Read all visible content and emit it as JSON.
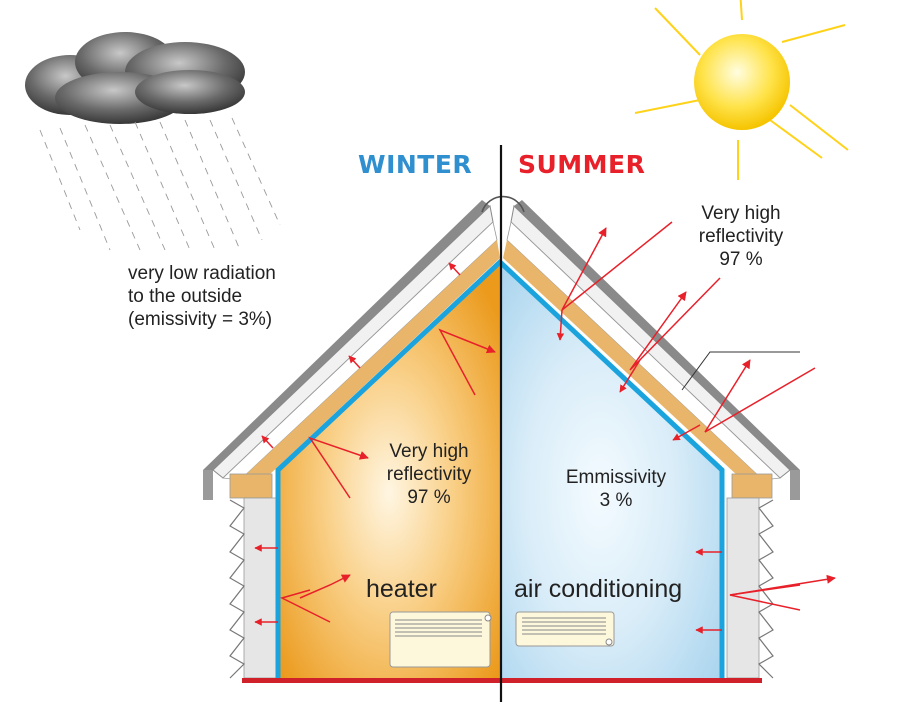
{
  "seasons": {
    "winter": "WINTER",
    "summer": "SUMMER"
  },
  "labels": {
    "outside_radiation": "very low radiation\nto the outside\n(emissivity = 3%)",
    "winter_reflectivity": "Very high\nreflectivity\n97 %",
    "summer_reflectivity": "Very high\nreflectivity\n97 %",
    "emissivity": "Emmissivity\n3 %",
    "heater": "heater",
    "air_conditioning": "air conditioning"
  },
  "colors": {
    "winter": "#2f8fcf",
    "summer": "#e8202a",
    "arrow": "#e8202a",
    "insulation_line": "#1aa3dc",
    "roof_wood": "#e8b56a",
    "sun": "#ffd21a"
  },
  "icons": [
    "cloud-icon",
    "rain-icon",
    "sun-icon",
    "heater-icon",
    "air-conditioner-icon"
  ]
}
